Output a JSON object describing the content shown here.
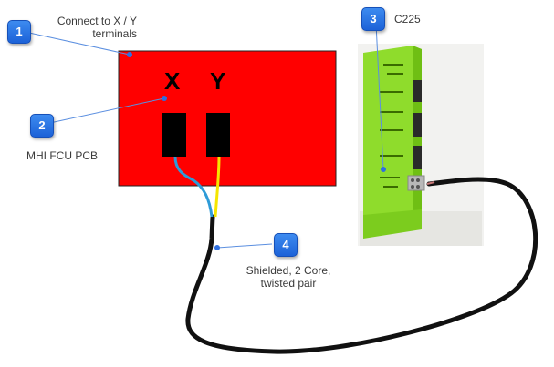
{
  "callouts": [
    {
      "number": "1",
      "text": "Connect to X / Y\nterminals"
    },
    {
      "number": "2",
      "text": "MHI FCU PCB"
    },
    {
      "number": "3",
      "text": "C225"
    },
    {
      "number": "4",
      "text": "Shielded, 2 Core,\ntwisted pair"
    }
  ],
  "pcb": {
    "terminal_x": "X",
    "terminal_y": "Y",
    "color": "#ff0000"
  },
  "device": {
    "color": "#8fdc2c"
  },
  "wire_colors": {
    "blue": "#2e9bd8",
    "yellow": "#f5e600",
    "cable": "#111111"
  }
}
